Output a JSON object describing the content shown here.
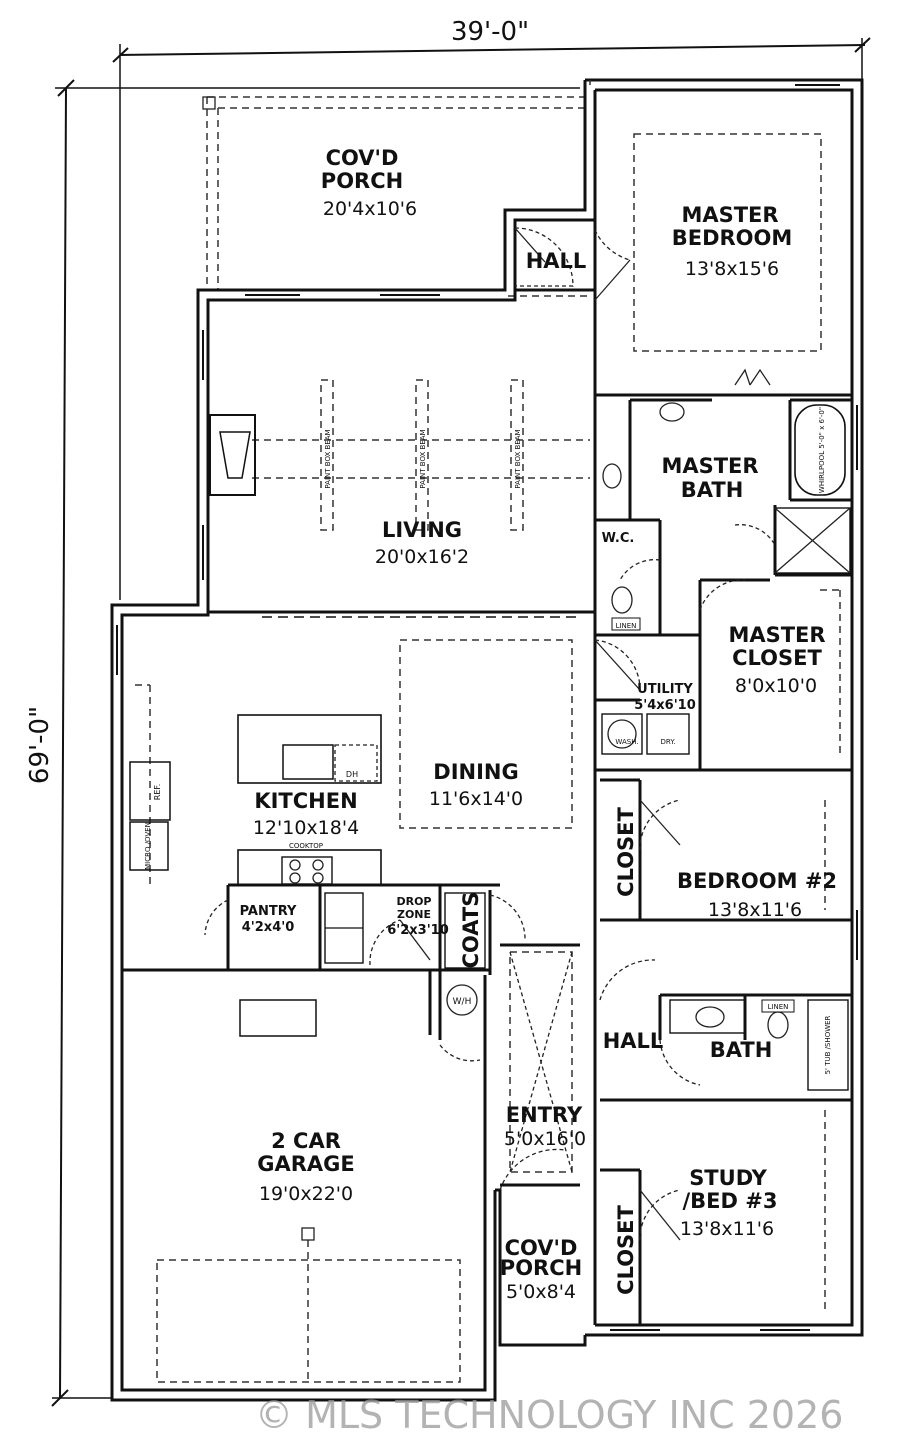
{
  "dimensions": {
    "width": "39'-0\"",
    "depth": "69'-0\""
  },
  "rooms": [
    {
      "id": "covd-porch-rear",
      "name": "COV'D\nPORCH",
      "size": "20'4x10'6"
    },
    {
      "id": "hall-top",
      "name": "HALL",
      "size": ""
    },
    {
      "id": "master-bedroom",
      "name": "MASTER\nBEDROOM",
      "size": "13'8x15'6"
    },
    {
      "id": "living",
      "name": "LIVING",
      "size": "20'0x16'2"
    },
    {
      "id": "master-bath",
      "name": "MASTER\nBATH",
      "size": ""
    },
    {
      "id": "wc",
      "name": "W.C.",
      "size": ""
    },
    {
      "id": "master-closet",
      "name": "MASTER\nCLOSET",
      "size": "8'0x10'0"
    },
    {
      "id": "utility",
      "name": "UTILITY",
      "size": "5'4x6'10"
    },
    {
      "id": "dining",
      "name": "DINING",
      "size": "11'6x14'0"
    },
    {
      "id": "kitchen",
      "name": "KITCHEN",
      "size": "12'10x18'4"
    },
    {
      "id": "pantry",
      "name": "PANTRY",
      "size": "4'2x4'0"
    },
    {
      "id": "drop-zone",
      "name": "DROP\nZONE",
      "size": "6'2x3'10"
    },
    {
      "id": "coats",
      "name": "COATS",
      "size": ""
    },
    {
      "id": "closet-bed2",
      "name": "CLOSET",
      "size": ""
    },
    {
      "id": "bedroom-2",
      "name": "BEDROOM #2",
      "size": "13'8x11'6"
    },
    {
      "id": "hall-mid",
      "name": "HALL",
      "size": ""
    },
    {
      "id": "bath",
      "name": "BATH",
      "size": ""
    },
    {
      "id": "entry",
      "name": "ENTRY",
      "size": "5'0x16'0"
    },
    {
      "id": "garage",
      "name": "2 CAR\nGARAGE",
      "size": "19'0x22'0"
    },
    {
      "id": "study",
      "name": "STUDY\n/BED #3",
      "size": "13'8x11'6"
    },
    {
      "id": "closet-study",
      "name": "CLOSET",
      "size": ""
    },
    {
      "id": "covd-porch-front",
      "name": "COV'D\nPORCH",
      "size": "5'0x8'4"
    }
  ],
  "fixtures": {
    "box_beam": "PAINT BOX BEAM",
    "whirlpool": "WHIRLPOOL\n5'-0\" x 6'-0\"",
    "linen": "LINEN",
    "washer": "WASH.",
    "dryer": "DRY.",
    "refrigerator": "REF.",
    "oven": "MICRO\n/OVEN",
    "dishwasher": "DH",
    "cooktop": "COOKTOP",
    "water_heater": "W/H",
    "tub": "5' TUB\n/SHOWER"
  },
  "watermark": "© MLS TECHNOLOGY INC 2026"
}
